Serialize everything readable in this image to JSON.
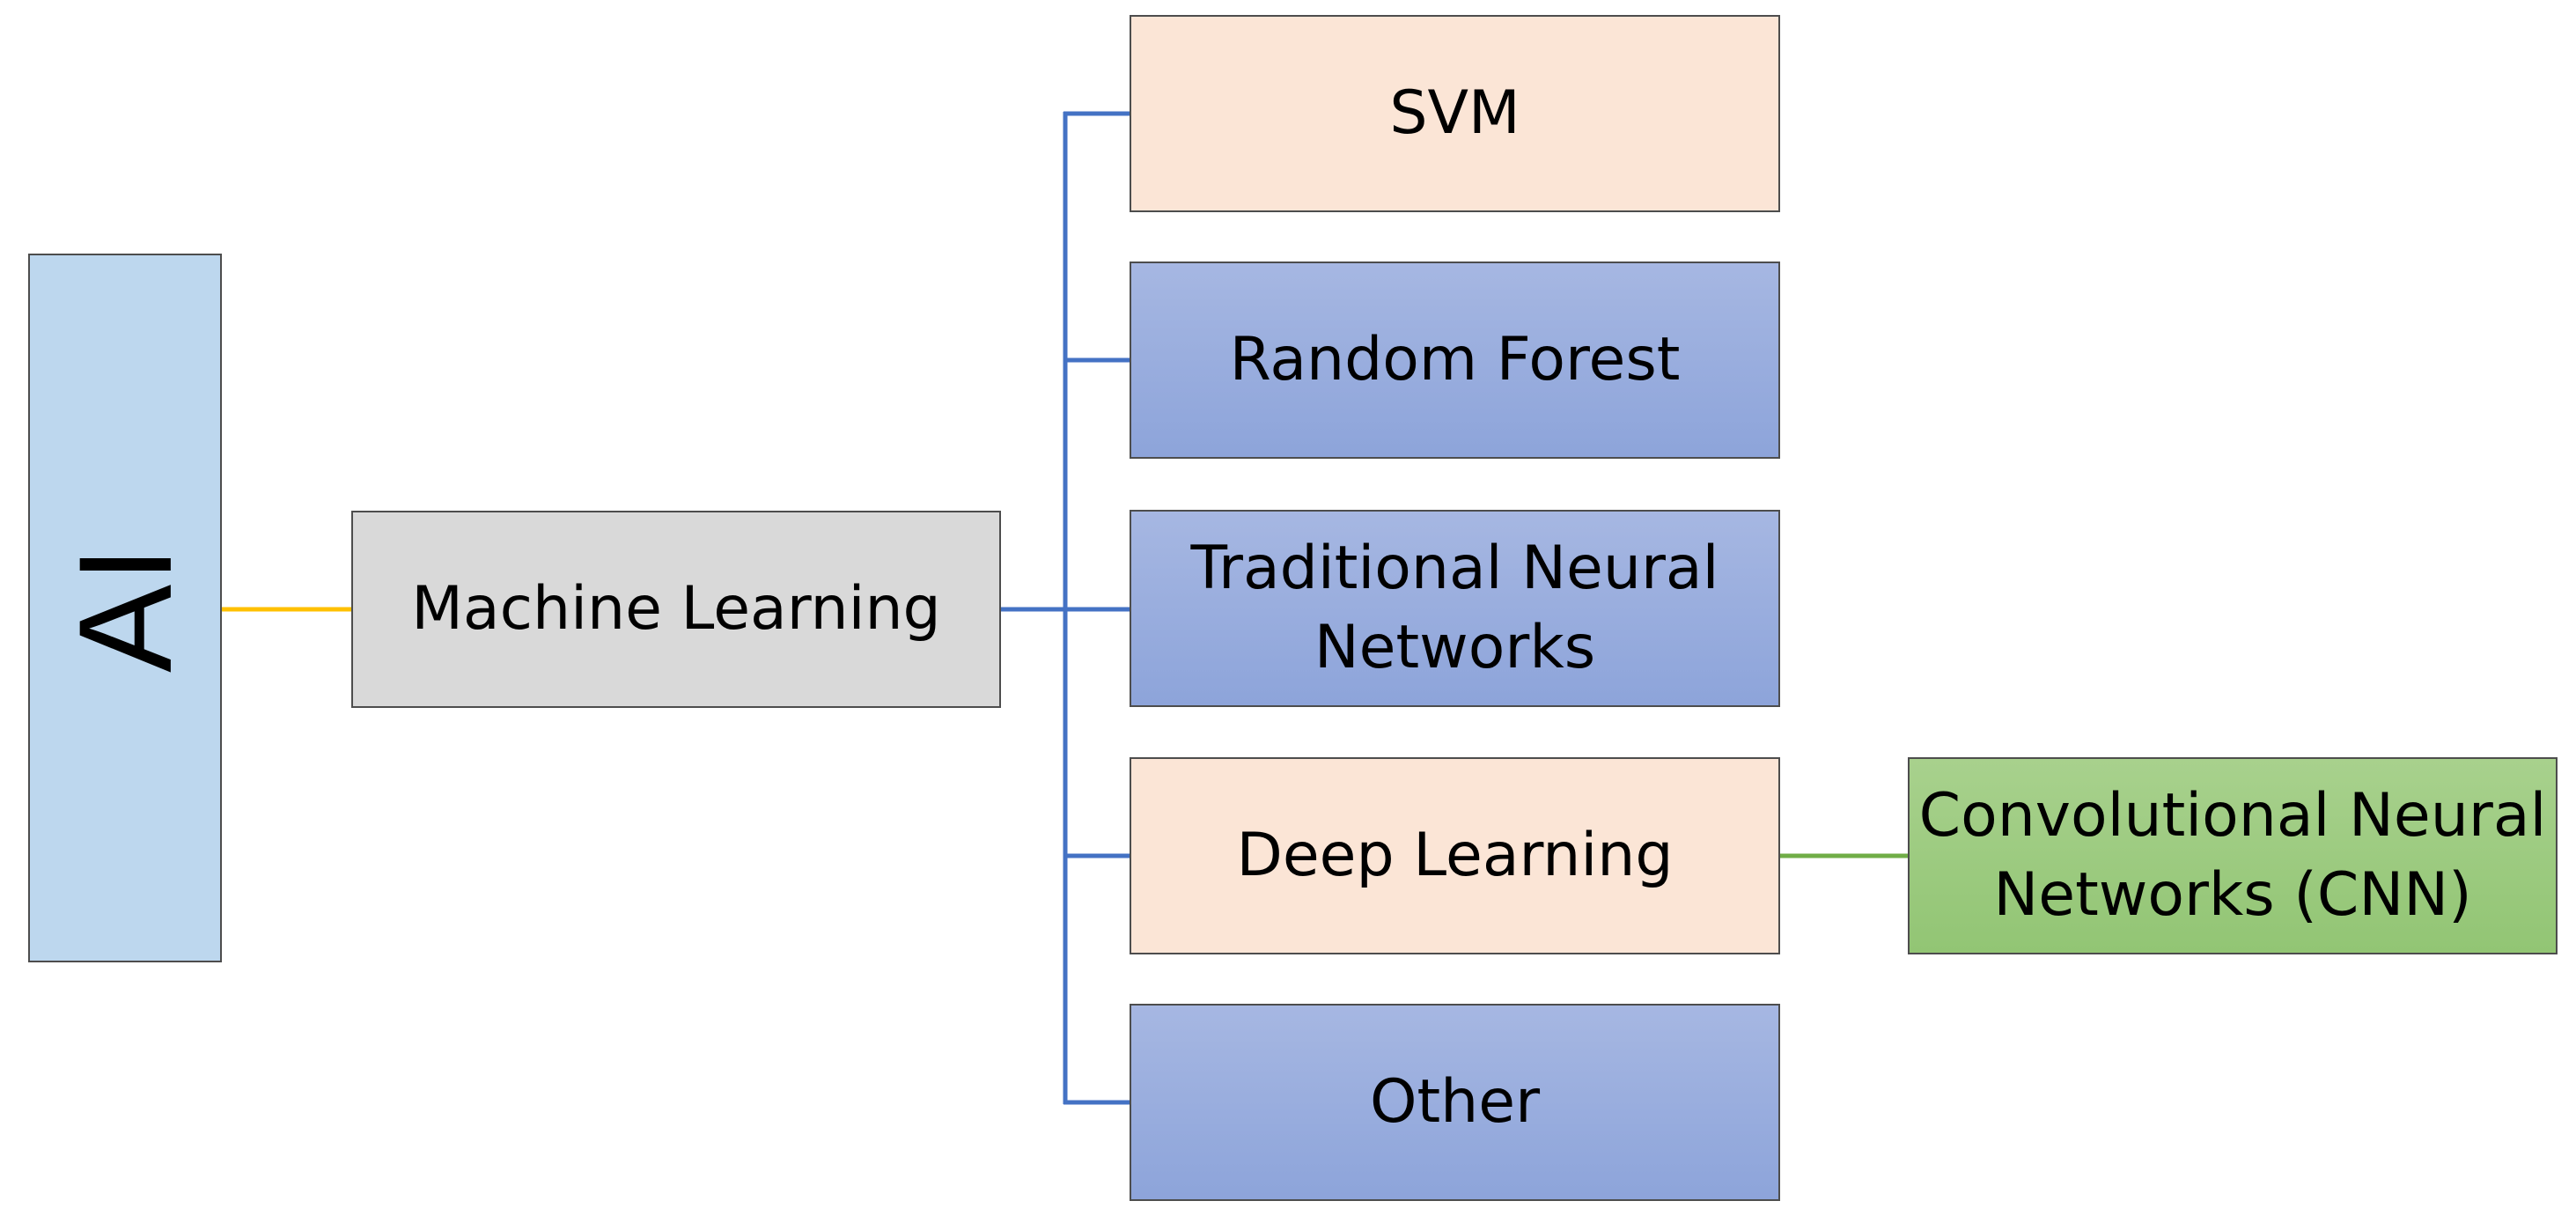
{
  "diagram": {
    "root": "AI",
    "level1": "Machine Learning",
    "children": {
      "svm": "SVM",
      "random_forest": "Random Forest",
      "traditional_nn_line1": "Traditional Neural",
      "traditional_nn_line2": "Networks",
      "deep_learning": "Deep Learning",
      "other": "Other"
    },
    "deep_learning_child": {
      "line1": "Convolutional Neural",
      "line2": "Networks (CNN)"
    },
    "colors": {
      "ai_box": "#bdd7ee",
      "ml_box": "#d9d9d9",
      "peach_box": "#fbe5d6",
      "blue_box": "#8ea9db",
      "green_box": "#a9d18e",
      "ai_connector": "#ffc000",
      "branch_connector": "#4472c4",
      "cnn_connector": "#70ad47"
    }
  }
}
